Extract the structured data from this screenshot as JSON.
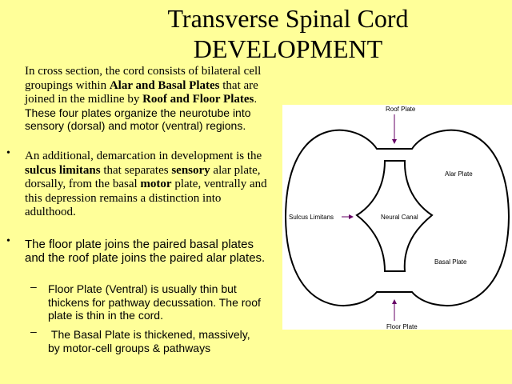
{
  "title": {
    "line1": "Transverse Spinal Cord",
    "line2": "DEVELOPMENT"
  },
  "intro": {
    "t1": "In cross section, the cord consists of bilateral cell groupings within ",
    "b1": "Alar and Basal Plates",
    "t2": " that are joined in the midline by ",
    "b2": "Roof and Floor Plates",
    "t3": ".  These four plates organize the neurotube into sensory (dorsal) and motor (ventral) regions."
  },
  "bullet2": {
    "t1": "An additional, demarcation in development is the ",
    "b1": "sulcus limitans",
    "t2": " that separates ",
    "b2": "sensory",
    "t3": " alar plate, dorsally, from the basal ",
    "b3": "motor",
    "t4": " plate, ventrally and this depression remains a distinction into adulthood."
  },
  "bullet3": {
    "text": "The floor plate joins the paired basal plates and the roof plate joins the paired alar plates."
  },
  "sub1": {
    "text": "Floor Plate (Ventral) is usually thin but thickens for pathway decussation. The roof plate is thin in the cord."
  },
  "sub2": {
    "text": " The Basal Plate is thickened, massively, by motor-cell groups & pathways"
  },
  "bullet_symbol": "•",
  "dash_symbol": "–",
  "diagram": {
    "roof_plate": "Roof Plate",
    "alar_plate": "Alar Plate",
    "sulcus_limitans": "Sulcus Limitans",
    "neural_canal": "Neural Canal",
    "basal_plate": "Basal Plate",
    "floor_plate": "Floor Plate"
  }
}
